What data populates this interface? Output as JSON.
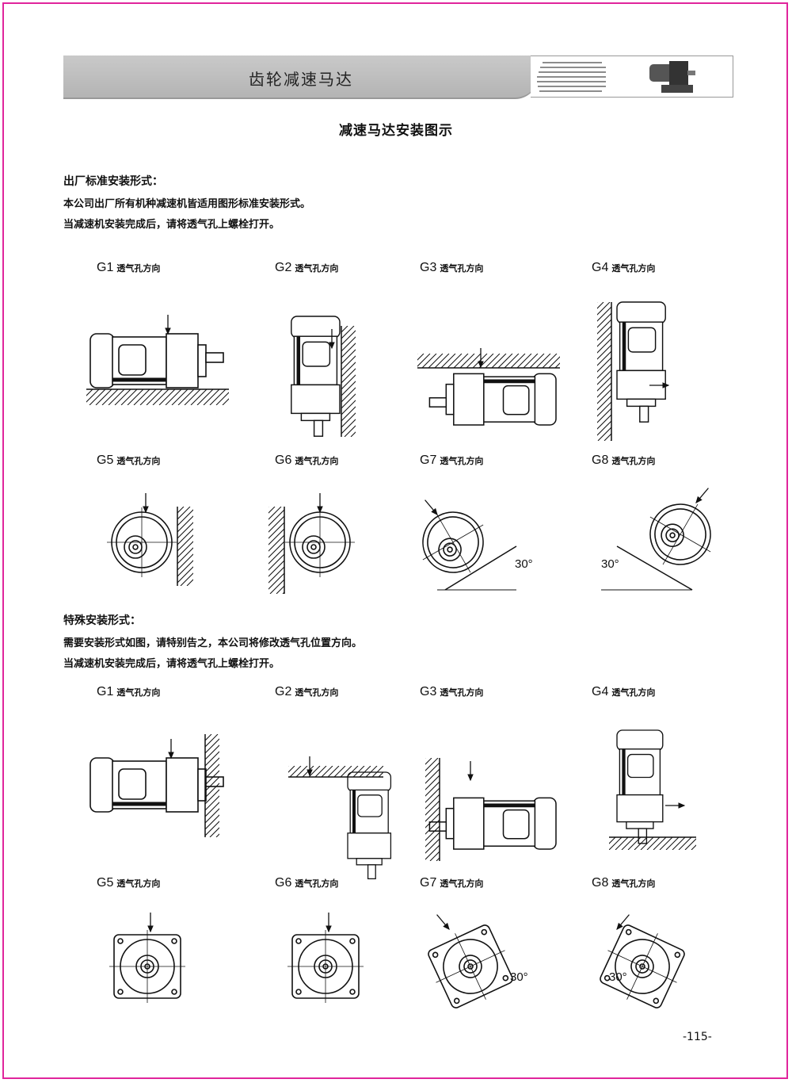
{
  "header": {
    "banner_title": "齿轮减速马达",
    "page_title": "减速马达安装图示"
  },
  "standard": {
    "heading": "出厂标准安装形式：",
    "line1": "本公司出厂所有机种减速机皆适用图形标准安装形式。",
    "line2": "当减速机安装完成后，请将透气孔上螺栓打开。",
    "figures": [
      {
        "id": "G1",
        "caption": "透气孔方向"
      },
      {
        "id": "G2",
        "caption": "透气孔方向"
      },
      {
        "id": "G3",
        "caption": "透气孔方向"
      },
      {
        "id": "G4",
        "caption": "透气孔方向"
      },
      {
        "id": "G5",
        "caption": "透气孔方向"
      },
      {
        "id": "G6",
        "caption": "透气孔方向"
      },
      {
        "id": "G7",
        "caption": "透气孔方向",
        "angle": "30°"
      },
      {
        "id": "G8",
        "caption": "透气孔方向",
        "angle": "30°"
      }
    ]
  },
  "special": {
    "heading": "特殊安装形式：",
    "line1": "需要安装形式如图，请特别告之，本公司将修改透气孔位置方向。",
    "line2": "当减速机安装完成后，请将透气孔上螺栓打开。",
    "figures": [
      {
        "id": "G1",
        "caption": "透气孔方向"
      },
      {
        "id": "G2",
        "caption": "透气孔方向"
      },
      {
        "id": "G3",
        "caption": "透气孔方向"
      },
      {
        "id": "G4",
        "caption": "透气孔方向"
      },
      {
        "id": "G5",
        "caption": "透气孔方向"
      },
      {
        "id": "G6",
        "caption": "透气孔方向"
      },
      {
        "id": "G7",
        "caption": "透气孔方向",
        "angle": "30°"
      },
      {
        "id": "G8",
        "caption": "透气孔方向",
        "angle": "30°"
      }
    ]
  },
  "footer": {
    "page_number": "-115-"
  },
  "colors": {
    "border": "#e0259c",
    "banner": "#bdbdbd"
  }
}
